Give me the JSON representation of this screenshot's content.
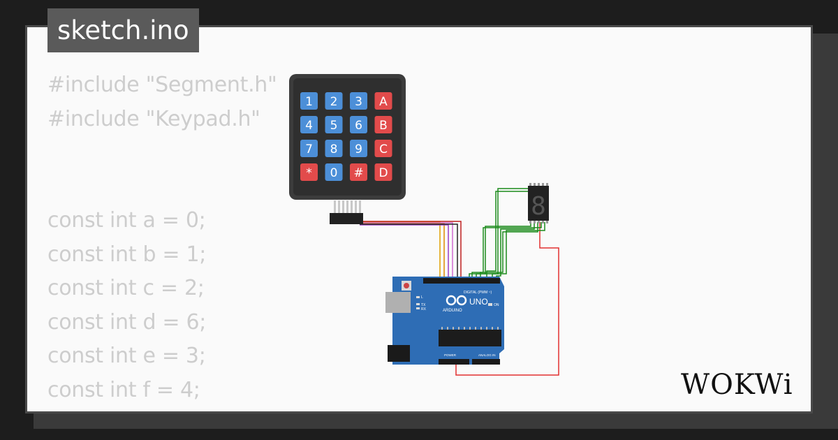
{
  "project": {
    "filename": "sketch.ino"
  },
  "code_lines": [
    "#include \"Segment.h\"",
    "#include \"Keypad.h\"",
    "",
    "",
    "const int a = 0;",
    "const int b = 1;",
    "const int c = 2;",
    "const int d = 6;",
    "const int e = 3;",
    "const int f = 4;"
  ],
  "keypad": {
    "keys": [
      [
        "1",
        "2",
        "3",
        "A"
      ],
      [
        "4",
        "5",
        "6",
        "B"
      ],
      [
        "7",
        "8",
        "9",
        "C"
      ],
      [
        "*",
        "0",
        "#",
        "D"
      ]
    ],
    "colors": {
      "blue": "#4c8fd8",
      "red": "#e24b4b",
      "body": "#3c3c3c"
    }
  },
  "arduino": {
    "model": "UNO",
    "brand": "ARDUINO",
    "labels": {
      "digital": "DIGITAL (PWM ~)",
      "power": "POWER",
      "analog": "ANALOG IN",
      "tx": "TX",
      "rx": "RX",
      "l": "L",
      "on": "ON"
    },
    "color": "#2e6db5"
  },
  "display": {
    "digit": "8"
  },
  "logo": {
    "text": "WOKWi"
  },
  "colors": {
    "wire_green": "#1a8a1a",
    "wire_red": "#e23030",
    "wire_orange": "#e08a00",
    "wire_purple": "#9a3cc6"
  }
}
